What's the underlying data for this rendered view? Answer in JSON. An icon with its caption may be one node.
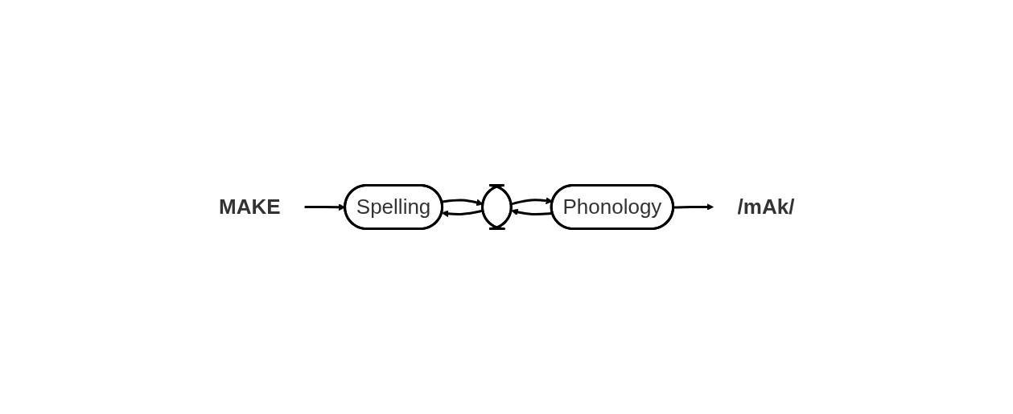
{
  "diagram": {
    "nodes": [
      {
        "text": [
          "Spelling"
        ]
      },
      {
        "text": [],
        "shape": "ellipse"
      },
      {
        "text": [
          "Phonology"
        ]
      },
      {
        "text": [
          "MAKE"
        ]
      },
      {
        "text": [
          "/mAk/"
        ]
      }
    ],
    "edges": [
      {
        "from": 0,
        "to": 1,
        "arrow": "to"
      },
      {
        "from": 1,
        "to": 0,
        "arrow": "to"
      },
      {
        "from": 1,
        "to": 2,
        "arrow": "to"
      },
      {
        "from": 2,
        "to": 1,
        "arrow": "to"
      },
      {
        "from": 3,
        "to": 0,
        "arrow": "to"
      },
      {
        "from": 2,
        "to": 4,
        "arrow": "to"
      }
    ]
  }
}
